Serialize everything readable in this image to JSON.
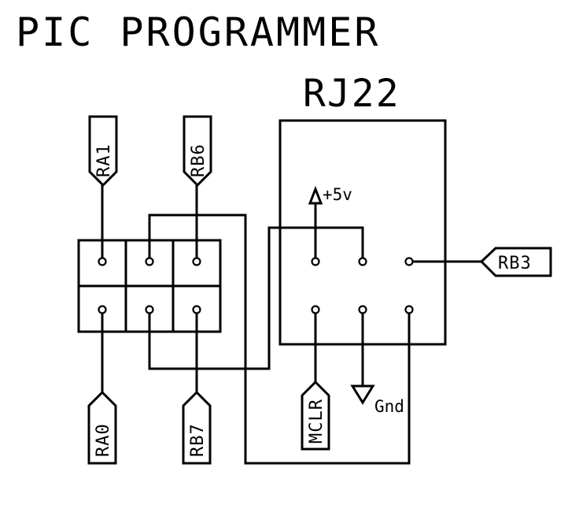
{
  "diagram": {
    "title": "PIC PROGRAMMER",
    "connector_name": "RJ22",
    "labels": {
      "ra1": "RA1",
      "rb6": "RB6",
      "ra0": "RA0",
      "rb7": "RB7",
      "mclr": "MCLR",
      "rb3": "RB3",
      "vcc": "+5v",
      "gnd": "Gnd"
    }
  }
}
